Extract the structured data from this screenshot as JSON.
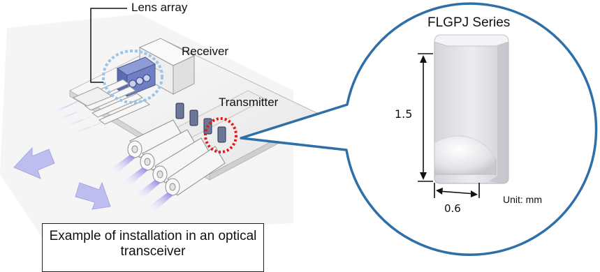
{
  "labels": {
    "lens_array": "Lens array",
    "receiver": "Receiver",
    "transmitter": "Transmitter"
  },
  "detail": {
    "series_title": "FLGPJ Series",
    "height_dimension": "1.5",
    "width_dimension": "0.6",
    "unit": "Unit: mm"
  },
  "caption": "Example of installation in an optical transceiver",
  "colors": {
    "callout_outline": "#2f6fa8",
    "lens_highlight": "#9cc4e6",
    "transmitter_highlight": "#e01818",
    "arrow_fill": "#bdbdf0",
    "lens_body": "#6f7fc4",
    "board": "#f2f2f2"
  }
}
